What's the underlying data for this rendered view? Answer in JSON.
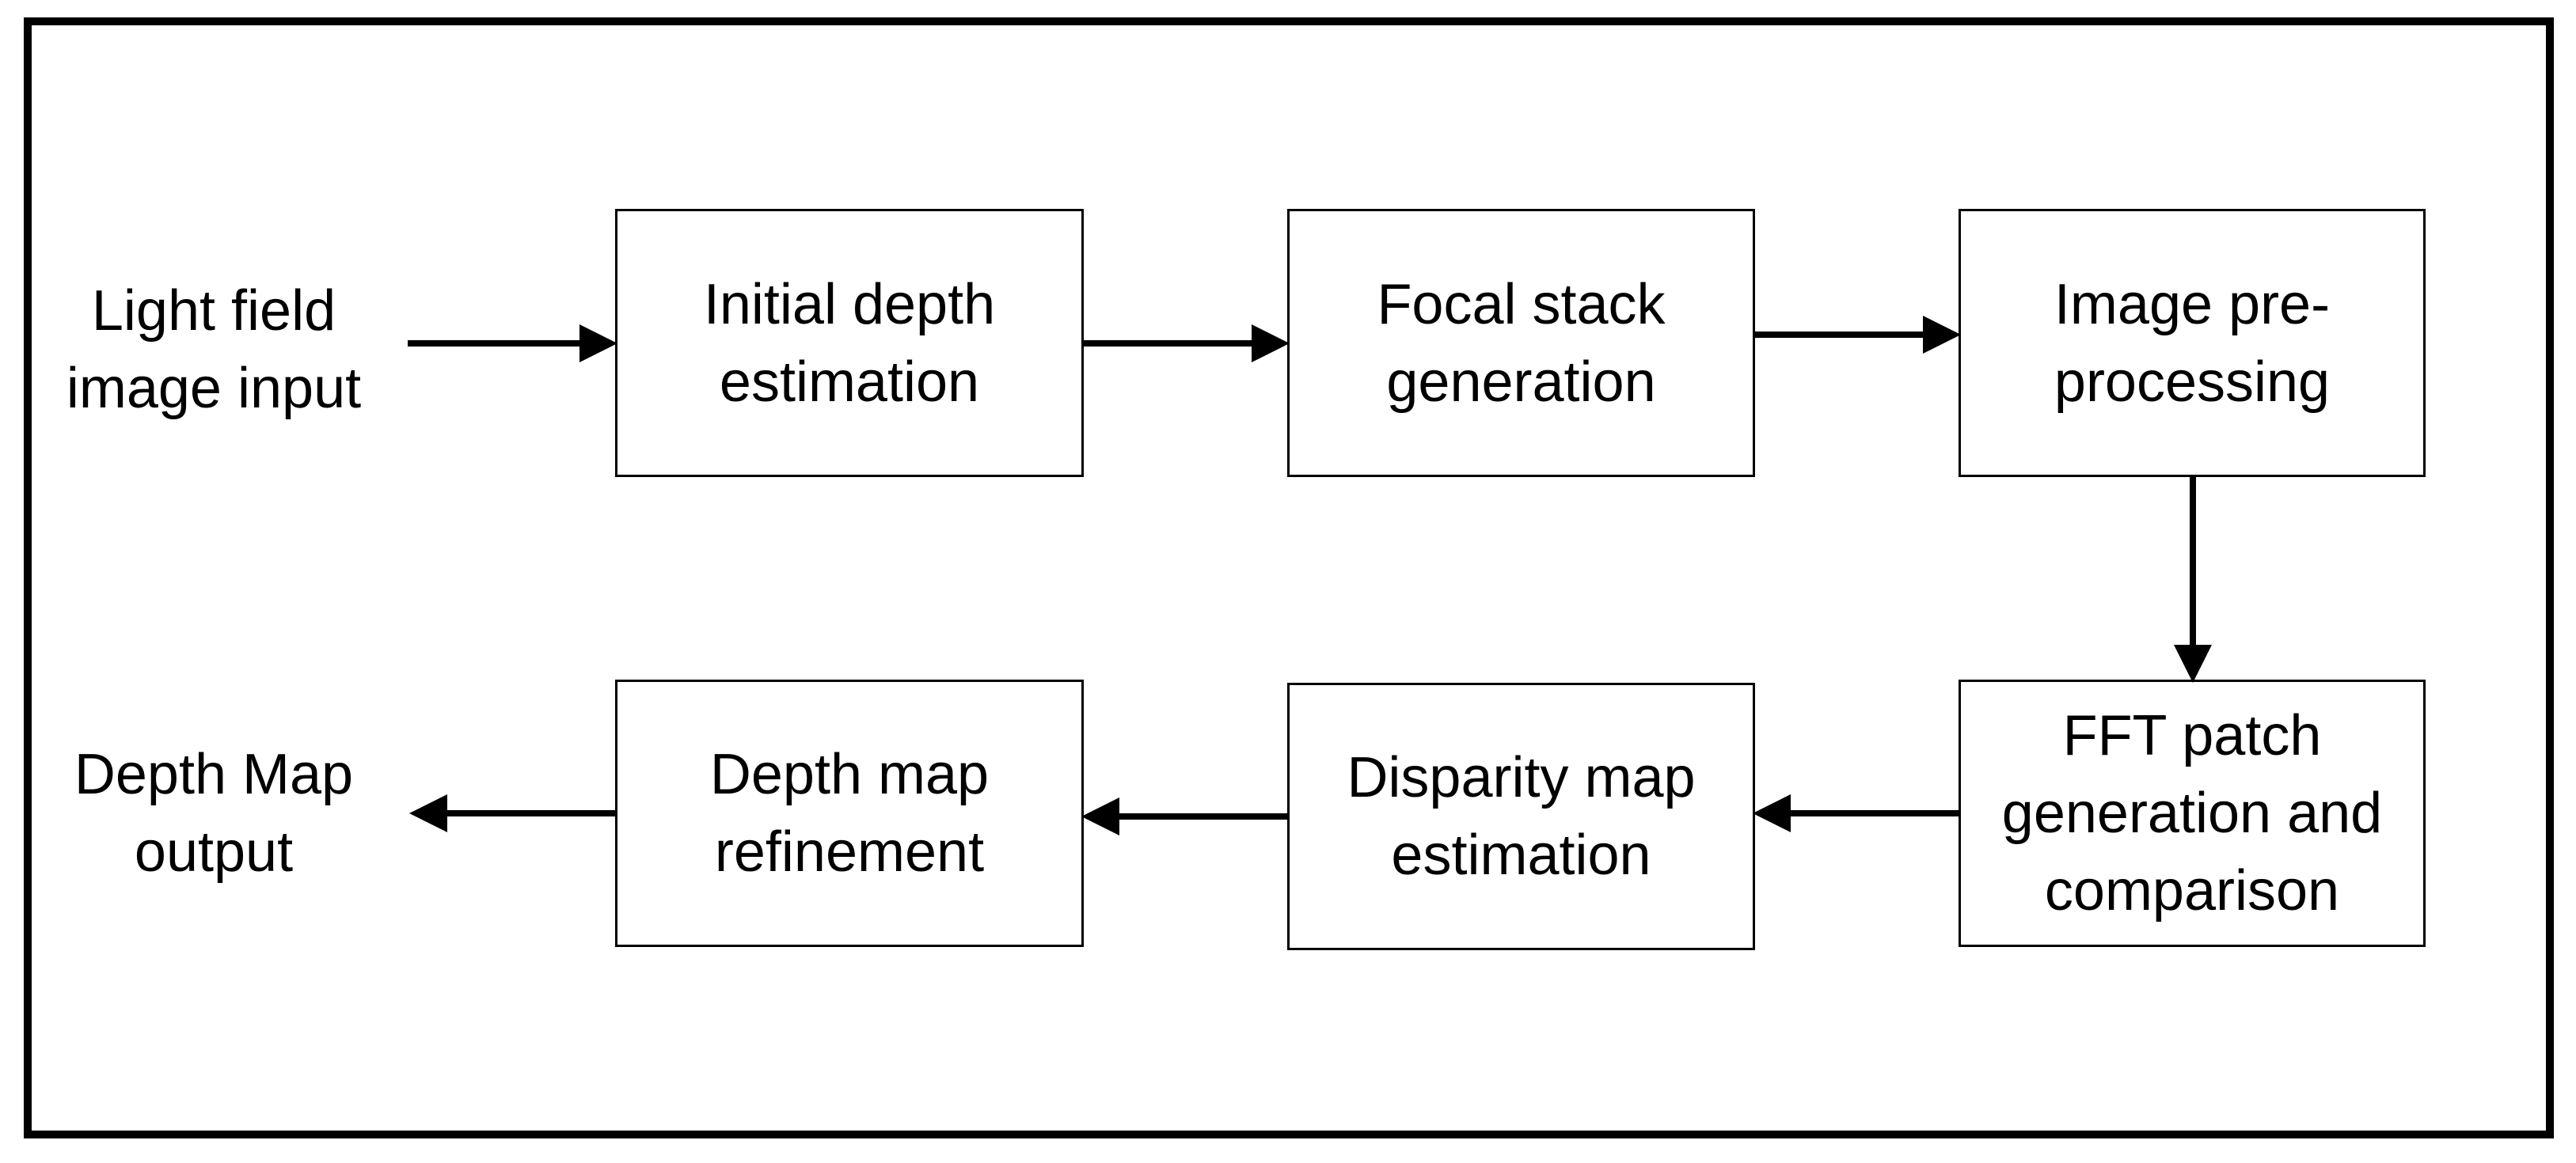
{
  "diagram": {
    "input_label": "Light field\nimage input",
    "output_label": "Depth Map\noutput",
    "steps": {
      "initial_depth": "Initial depth\nestimation",
      "focal_stack": "Focal stack\ngeneration",
      "preprocessing": "Image pre-\nprocessing",
      "fft_patch": "FFT patch\ngeneration and\ncomparison",
      "disparity": "Disparity map\nestimation",
      "refinement": "Depth map\nrefinement"
    },
    "colors": {
      "stroke": "#000000",
      "background": "#ffffff"
    }
  }
}
